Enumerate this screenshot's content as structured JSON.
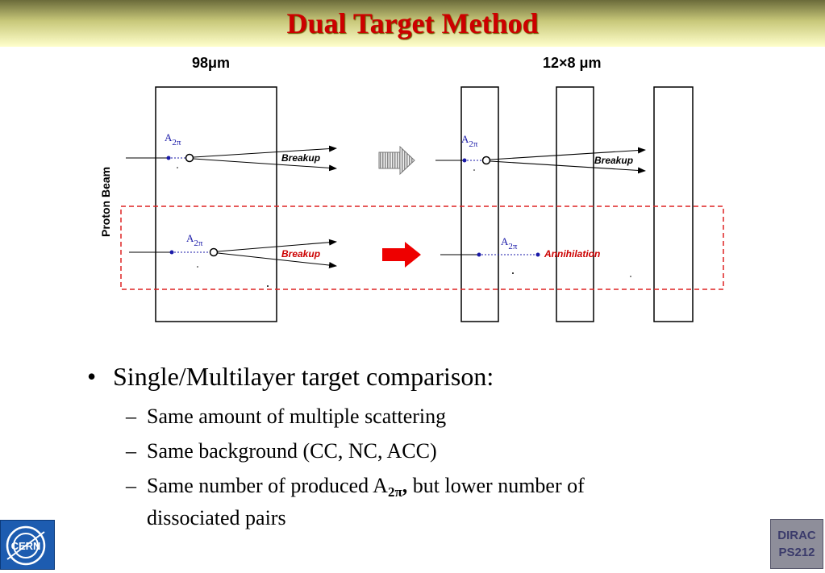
{
  "title": "Dual Target Method",
  "diagram": {
    "single_label": "98μm",
    "multi_label": "12×8 μm",
    "beam_label": "Proton Beam",
    "atom_label_base": "A",
    "atom_label_sub": "2π",
    "breakup_label": "Breakup",
    "annihilation_label": "Annihilation",
    "colors": {
      "breakup_top": "#000000",
      "breakup_bottom": "#cc0000",
      "annihilation": "#cc0000",
      "atom_label": "#1a1aa8",
      "dashed_box": "#dd2222",
      "arrow_top": "#9a9a9a",
      "arrow_bottom": "#ee0000"
    }
  },
  "bullets": {
    "main": "Single/Multilayer target comparison:",
    "sub1": "Same amount of multiple scattering",
    "sub2": "Same background (CC, NC, ACC)",
    "sub3_prefix": "Same number of produced A",
    "sub3_subscript": "2π",
    "sub3_comma": ",",
    "sub3_suffix": " but lower number of",
    "sub3_line2": "dissociated pairs",
    "bullet_glyph": "•",
    "dash_glyph": "–"
  },
  "logos": {
    "cern": "CERN",
    "dirac_line1": "DIRAC",
    "dirac_line2": "PS212"
  }
}
